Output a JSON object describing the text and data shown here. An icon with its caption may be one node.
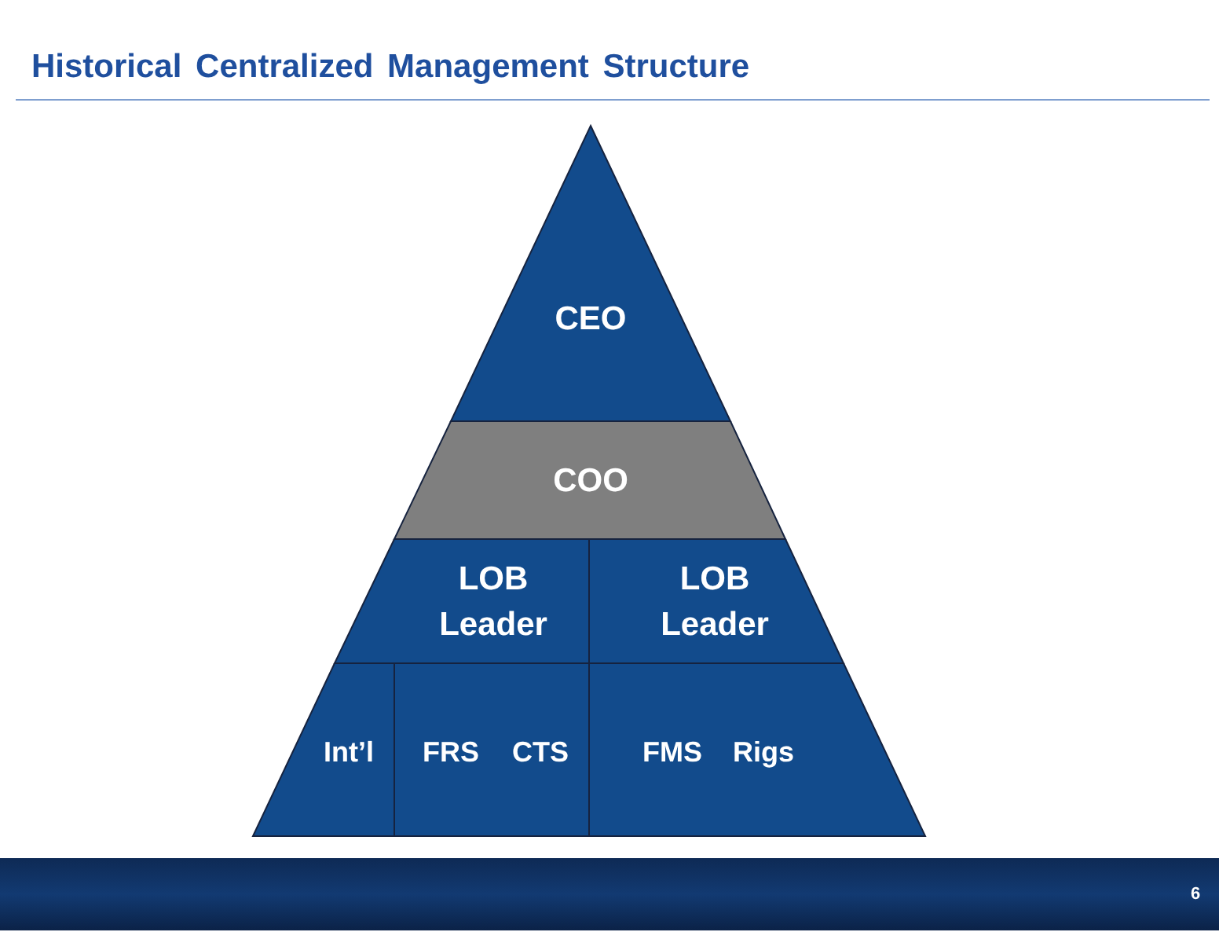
{
  "diagram": {
    "title": "Historical Centralized Management Structure",
    "nodes": [
      {
        "text": [
          "CEO"
        ]
      },
      {
        "text": [
          "COO"
        ]
      },
      {
        "text": [
          "LOB Leader"
        ]
      },
      {
        "text": [
          "LOB Leader"
        ]
      },
      {
        "text": [
          "Int’l"
        ]
      },
      {
        "text": [
          "FRS",
          "CTS"
        ]
      },
      {
        "text": [
          "FMS",
          "Rigs"
        ]
      }
    ],
    "labels": [
      "6"
    ]
  }
}
